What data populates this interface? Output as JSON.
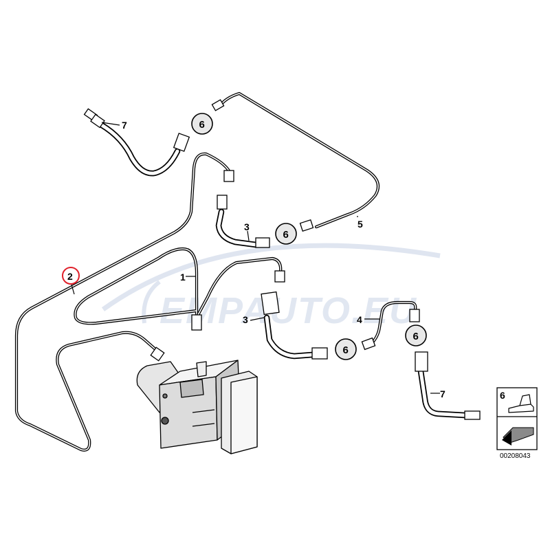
{
  "diagram": {
    "callouts": {
      "c1": "1",
      "c2": "2",
      "c3a": "3",
      "c3b": "3",
      "c4": "4",
      "c5": "5",
      "c7a": "7",
      "c7b": "7"
    },
    "clip_callouts": [
      "6",
      "6",
      "6",
      "6"
    ],
    "legend": {
      "item_number": "6",
      "part_number": "00208043"
    },
    "watermark_text": "EMPAUTO.EU",
    "colors": {
      "line": "#000000",
      "highlight_circle": "#e0202a",
      "watermark": "#c9d4e6"
    }
  }
}
